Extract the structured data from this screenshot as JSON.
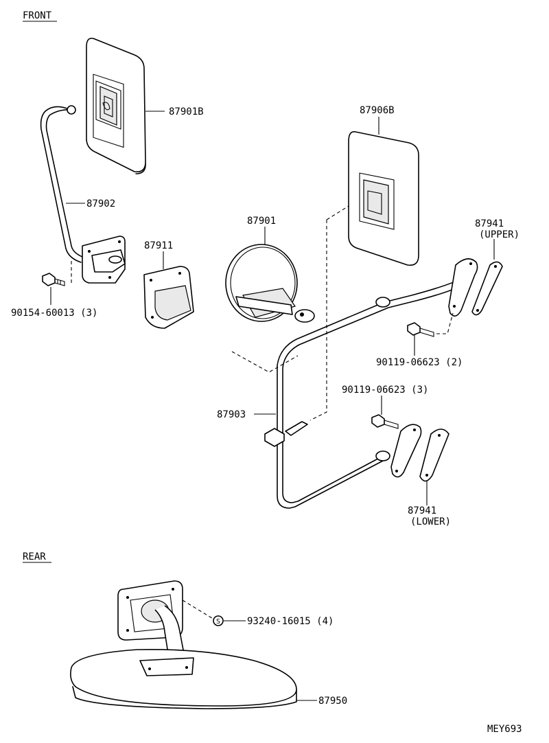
{
  "sections": {
    "front": "FRONT",
    "rear": "REAR"
  },
  "labels": {
    "p87901B": "87901B",
    "p87906B": "87906B",
    "p87902": "87902",
    "p87911": "87911",
    "p87901": "87901",
    "p87941_upper_num": "87941",
    "p87941_upper_sub": "(UPPER)",
    "p90154": "90154-60013 (3)",
    "p90119_a": "90119-06623 (2)",
    "p90119_b": "90119-06623 (3)",
    "p87903": "87903",
    "p87941_lower_num": "87941",
    "p87941_lower_sub": "(LOWER)",
    "p93240": "93240-16015 (4)",
    "s_marker": "S",
    "p87950": "87950"
  },
  "diagram_code": "MEY693"
}
